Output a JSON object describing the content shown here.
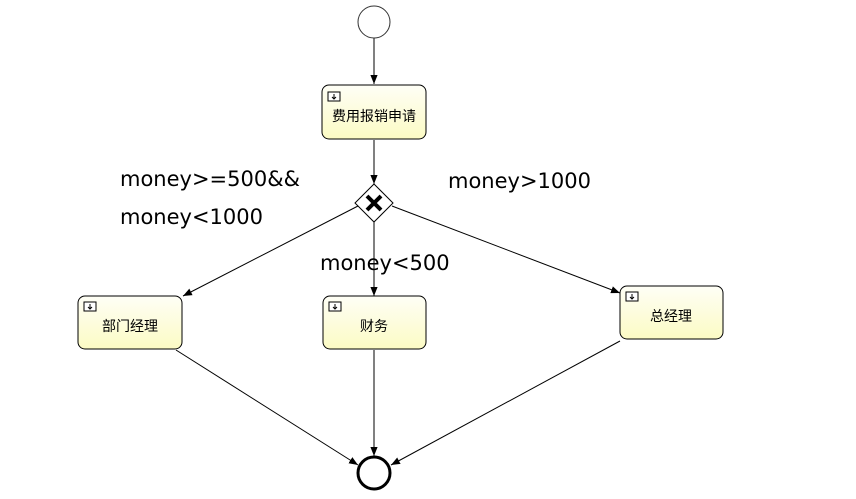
{
  "process": {
    "tasks": {
      "apply": "费用报销申请",
      "dept_manager": "部门经理",
      "finance": "财务",
      "general_manager": "总经理"
    },
    "conditions": {
      "mid_line1": "money>=500&&",
      "mid_line2": "money<1000",
      "low": "money<500",
      "high": "money>1000"
    }
  },
  "colors": {
    "task_fill_top": "#fefef8",
    "task_fill_bottom": "#fdfbc8",
    "stroke": "#000000"
  }
}
